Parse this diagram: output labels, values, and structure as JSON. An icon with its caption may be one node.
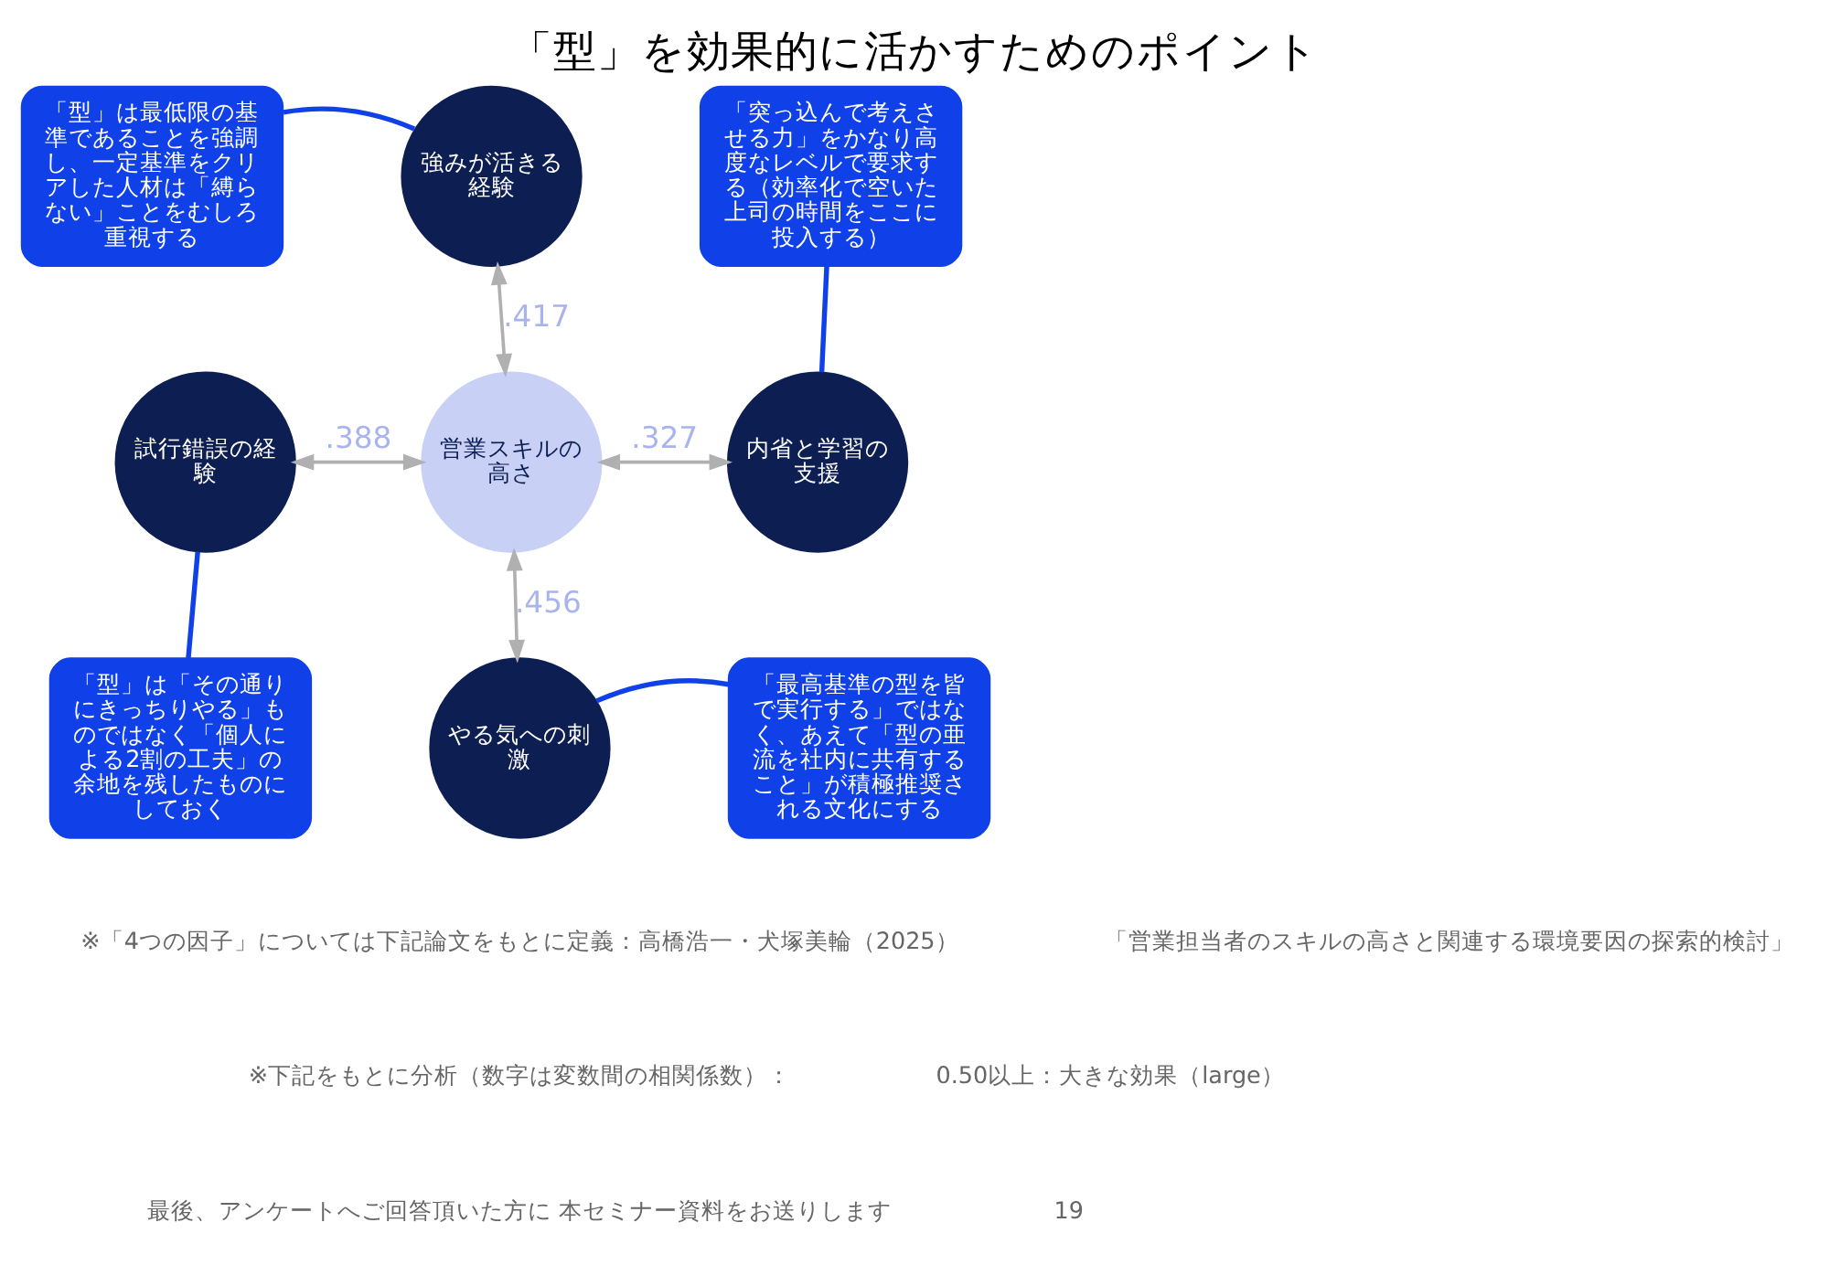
{
  "diagram": {
    "title": "「型」を効果的に活かすためのポイント",
    "nodes": [
      {
        "text": [
          "「型」は最低限の基準であることを強調し、一定基準をクリアした人材は「縛らない」ことをむしろ重視する"
        ]
      },
      {
        "text": [
          "強みが活きる経験"
        ]
      },
      {
        "text": [
          "「突っ込んで考えさせる力」をかなり高度なレベルで要求する（効率化で空いた上司の時間をここに投入する）"
        ]
      },
      {
        "text": [
          "試行錯誤の経験"
        ]
      },
      {
        "text": [
          "営業スキルの高さ"
        ]
      },
      {
        "text": [
          "内省と学習の支援"
        ]
      },
      {
        "text": [
          "「型」は「その通りにきっちりやる」ものではなく「個人による2割の工夫」の余地を残したものにしておく"
        ]
      },
      {
        "text": [
          "やる気への刺激"
        ]
      },
      {
        "text": [
          "「最高基準の型を皆で実行する」ではなく、あえて「型の亜流を社内に共有すること」が積極推奨される文化にする"
        ]
      }
    ],
    "edges": [
      {
        "from": 1,
        "to": 4,
        "arrow": "both",
        "label": ".417"
      },
      {
        "from": 3,
        "to": 4,
        "arrow": "both",
        "label": ".388"
      },
      {
        "from": 4,
        "to": 5,
        "arrow": "both",
        "label": ".327"
      },
      {
        "from": 4,
        "to": 7,
        "arrow": "both",
        "label": ".456"
      },
      {
        "from": 0,
        "to": 1,
        "arrow": "none",
        "color": "#1040e8"
      },
      {
        "from": 2,
        "to": 5,
        "arrow": "none",
        "color": "#1040e8"
      },
      {
        "from": 6,
        "to": 3,
        "arrow": "none",
        "color": "#1040e8"
      },
      {
        "from": 8,
        "to": 7,
        "arrow": "none",
        "color": "#1040e8"
      }
    ],
    "labels": [
      "※「4つの因子」については下記論文をもとに定義：高橋浩一・犬塚美輪（2025）",
      "「営業担当者のスキルの高さと関連する環境要因の探索的検討」",
      "※下記をもとに分析（数字は変数間の相関係数）：",
      "0.50以上：大きな効果（large）",
      "最後、アンケートへご回答頂いた方に 本セミナー資料をお送りします",
      "19"
    ]
  }
}
